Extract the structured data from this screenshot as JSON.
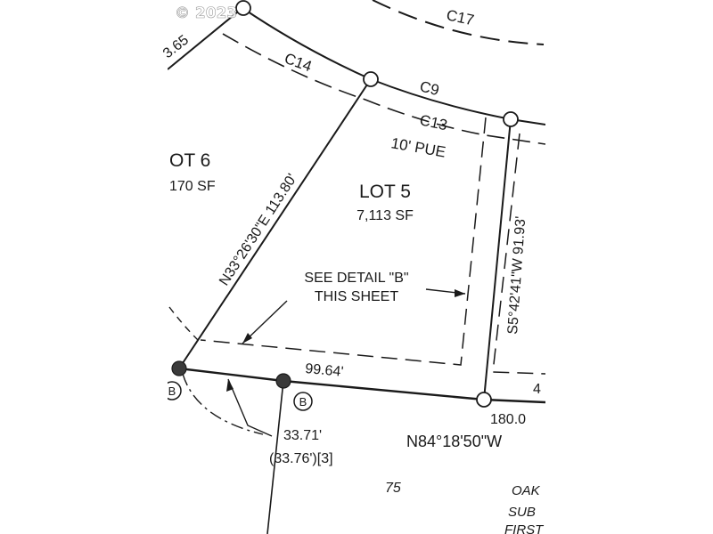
{
  "watermark": "© 2023",
  "labels": {
    "lot6_title": "OT 6",
    "lot6_area": "170 SF",
    "lot5_title": "LOT 5",
    "lot5_area": "7,113 SF",
    "curve_c17": "C17",
    "curve_c14": "C14",
    "curve_c9": "C9",
    "curve_c13": "C13",
    "pue": "10' PUE",
    "dist_top_left": "3.65",
    "bearing_left": "N33°26'30\"E 113.80'",
    "bearing_right": "S5°42'41\"W 91.93'",
    "detail_line1": "SEE DETAIL \"B\"",
    "detail_line2": "THIS SHEET",
    "dist_bottom": "99.64'",
    "dist_180": "180.0",
    "dist_4": "4",
    "bearing_bottom": "N84°18'50\"W",
    "marker_b": "B",
    "marker_left": "B",
    "dist_3371": "33.71'",
    "dist_3376": "(33.76')[3]",
    "lot_75": "75",
    "sub1": "OAK",
    "sub2": "SUB",
    "sub3": "FIRST"
  }
}
